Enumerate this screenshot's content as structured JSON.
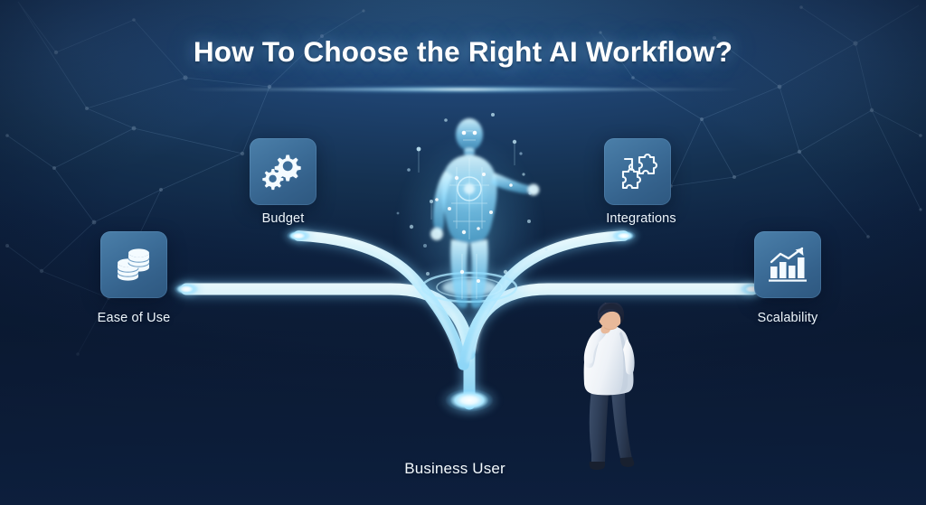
{
  "title": "How To Choose the Right AI Workflow?",
  "theme": {
    "bg_top": "#3a6f9e",
    "bg_bottom": "#0d1f3d",
    "path_glow": "#aee6ff",
    "node_core": "#ffffff",
    "tile_bg": "#3d6e99",
    "text": "#eef6fc"
  },
  "branches": [
    {
      "id": "ease-of-use",
      "label": "Ease of Use",
      "icon": "coins-icon",
      "side": "left",
      "tier": "outer"
    },
    {
      "id": "budget",
      "label": "Budget",
      "icon": "gears-icon",
      "side": "left",
      "tier": "inner"
    },
    {
      "id": "integrations",
      "label": "Integrations",
      "icon": "puzzle-icon",
      "side": "right",
      "tier": "inner"
    },
    {
      "id": "scalability",
      "label": "Scalability",
      "icon": "bar-chart-up-icon",
      "side": "right",
      "tier": "outer"
    }
  ],
  "root": {
    "label": "Business User",
    "icon": "businessman-figure"
  },
  "center_figure": {
    "icon": "ai-hologram-figure"
  }
}
